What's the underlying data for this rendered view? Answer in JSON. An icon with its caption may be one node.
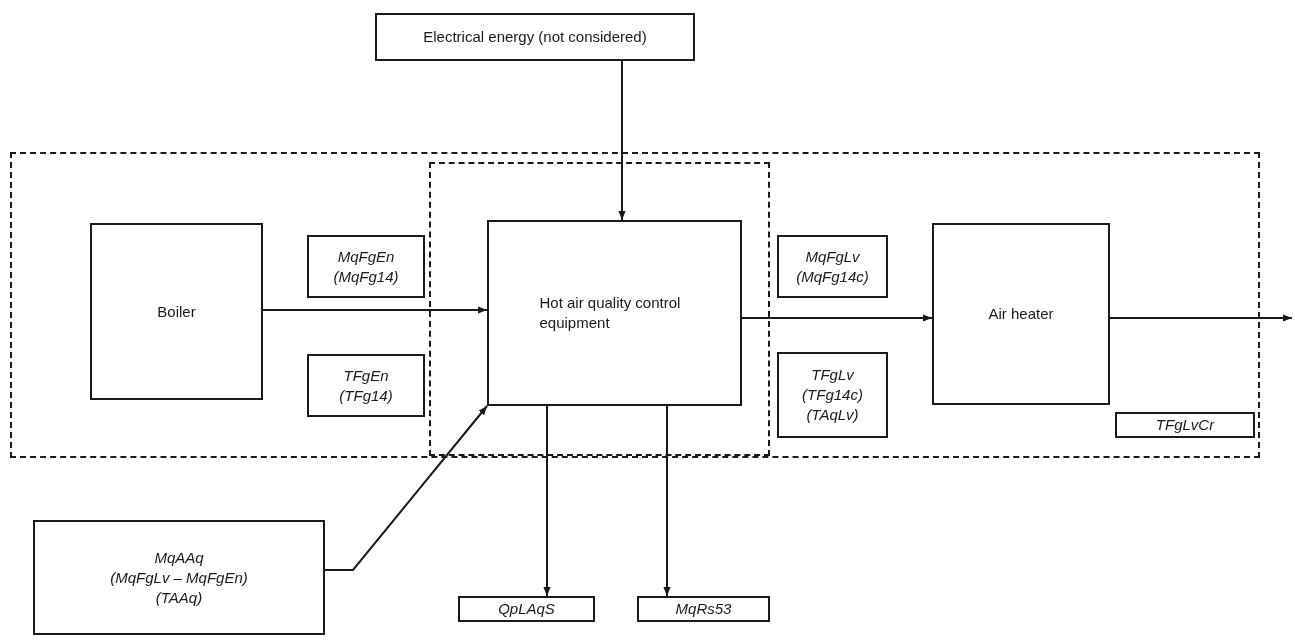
{
  "diagram": {
    "nodes": [
      {
        "text": [
          "Electrical energy (not considered)"
        ]
      },
      {
        "text": [],
        "shape": "box"
      },
      {
        "text": [],
        "shape": "box",
        "in": 1
      },
      {
        "text": [
          "Boiler"
        ],
        "in": 1
      },
      {
        "text": [
          "MqFgEn",
          "(MqFg14)"
        ],
        "in": 1
      },
      {
        "text": [
          "TFgEn",
          "(TFg14)"
        ],
        "in": 1
      },
      {
        "text": [
          "Hot air quality control equipment"
        ],
        "in": 2
      },
      {
        "text": [
          "MqFgLv",
          "(MqFg14c)"
        ],
        "in": 1
      },
      {
        "text": [
          "TFgLv",
          "(TFg14c)",
          "(TAqLv)"
        ],
        "in": 1
      },
      {
        "text": [
          "Air heater"
        ],
        "in": 1
      },
      {
        "text": [
          "TFgLvCr"
        ],
        "in": 1
      },
      {
        "text": [
          "MqAAq",
          "(MqFgLv – MqFgEn)",
          "(TAAq)"
        ]
      },
      {
        "text": [
          "QpLAqS"
        ]
      },
      {
        "text": [
          "MqRs53"
        ]
      }
    ],
    "edges": [
      {
        "from": 0,
        "to": 6,
        "arrow": "to"
      },
      {
        "from": 3,
        "to": 6,
        "arrow": "to"
      },
      {
        "from": 6,
        "to": 9,
        "arrow": "to"
      },
      {
        "from": 9,
        "to": null,
        "arrow": "to"
      },
      {
        "from": 11,
        "to": 6,
        "arrow": "to"
      },
      {
        "from": 6,
        "to": 12,
        "arrow": "to"
      },
      {
        "from": 6,
        "to": 13,
        "arrow": "to"
      }
    ]
  }
}
